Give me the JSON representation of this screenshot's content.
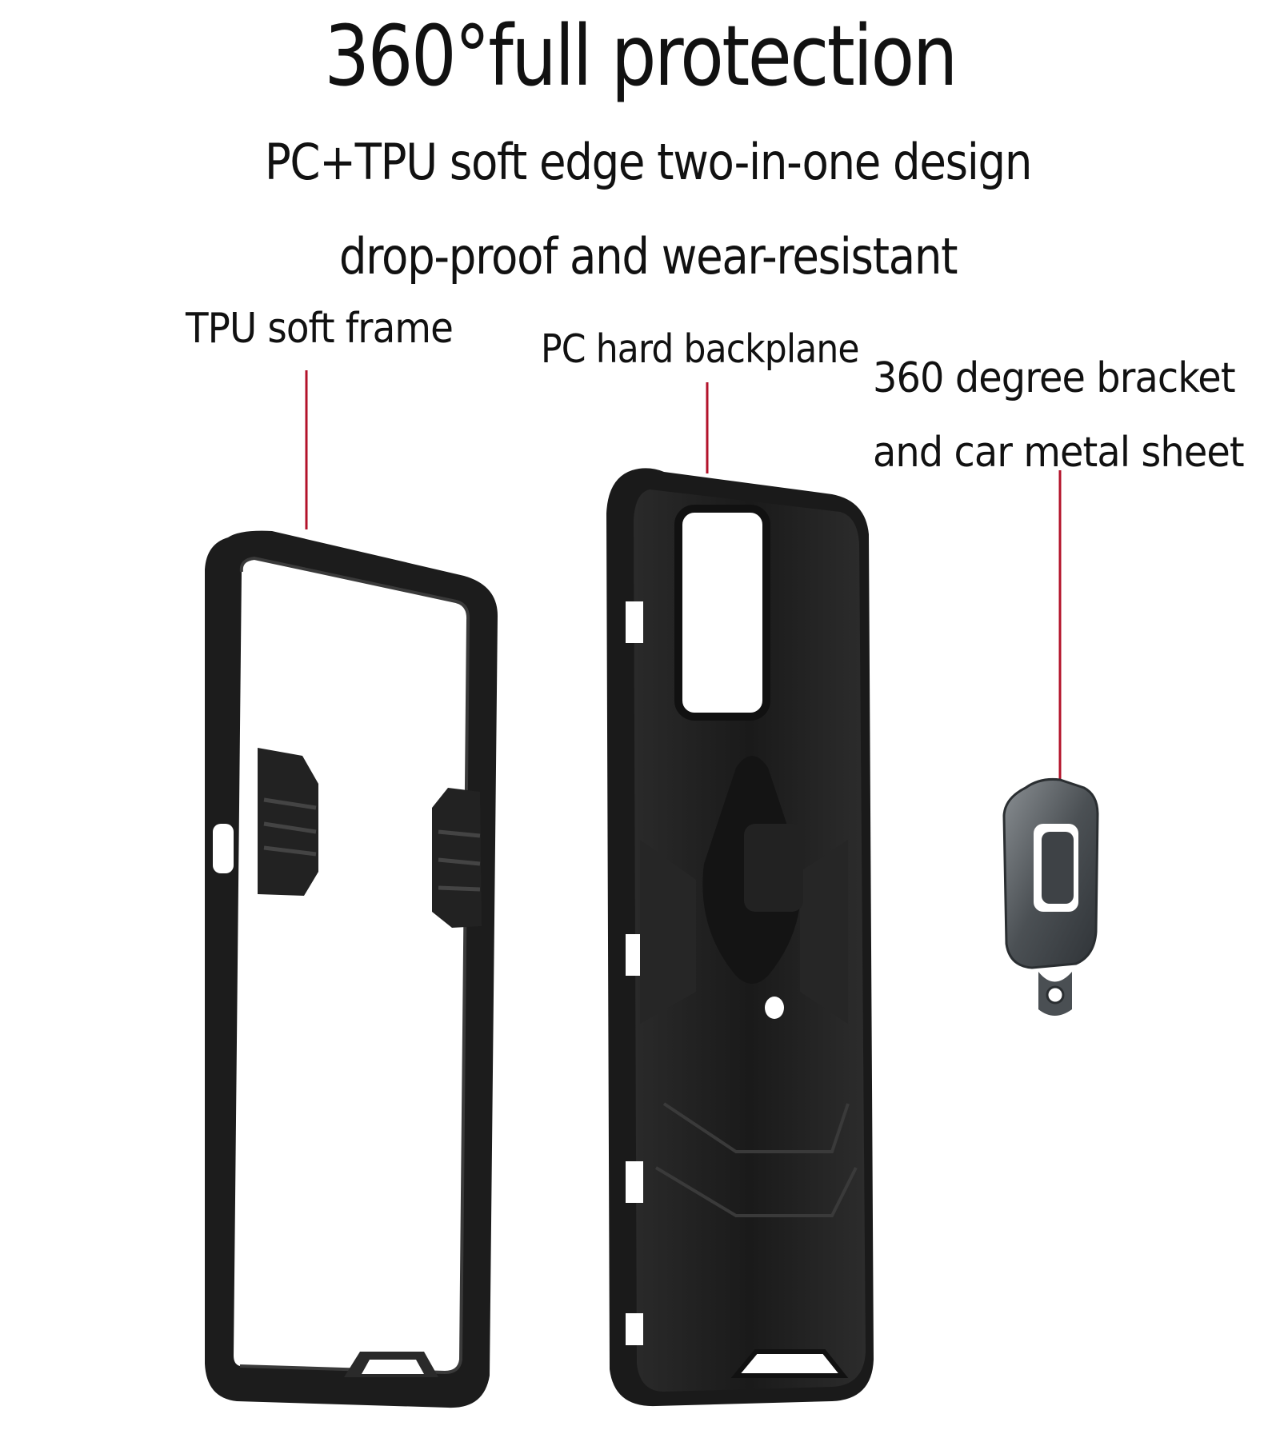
{
  "headline": "360°full protection",
  "subheadlines": [
    "PC+TPU soft edge two-in-one design",
    "drop-proof and wear-resistant"
  ],
  "parts": {
    "frame": "TPU soft frame",
    "backplane": "PC hard backplane",
    "bracket_line1": "360 degree bracket",
    "bracket_line2": "and car metal sheet"
  },
  "colors": {
    "background": "#ffffff",
    "text": "#111111",
    "callout_line": "#b3122a",
    "case_black": "#1c1c1c",
    "bracket_gray": "#555a5e"
  }
}
